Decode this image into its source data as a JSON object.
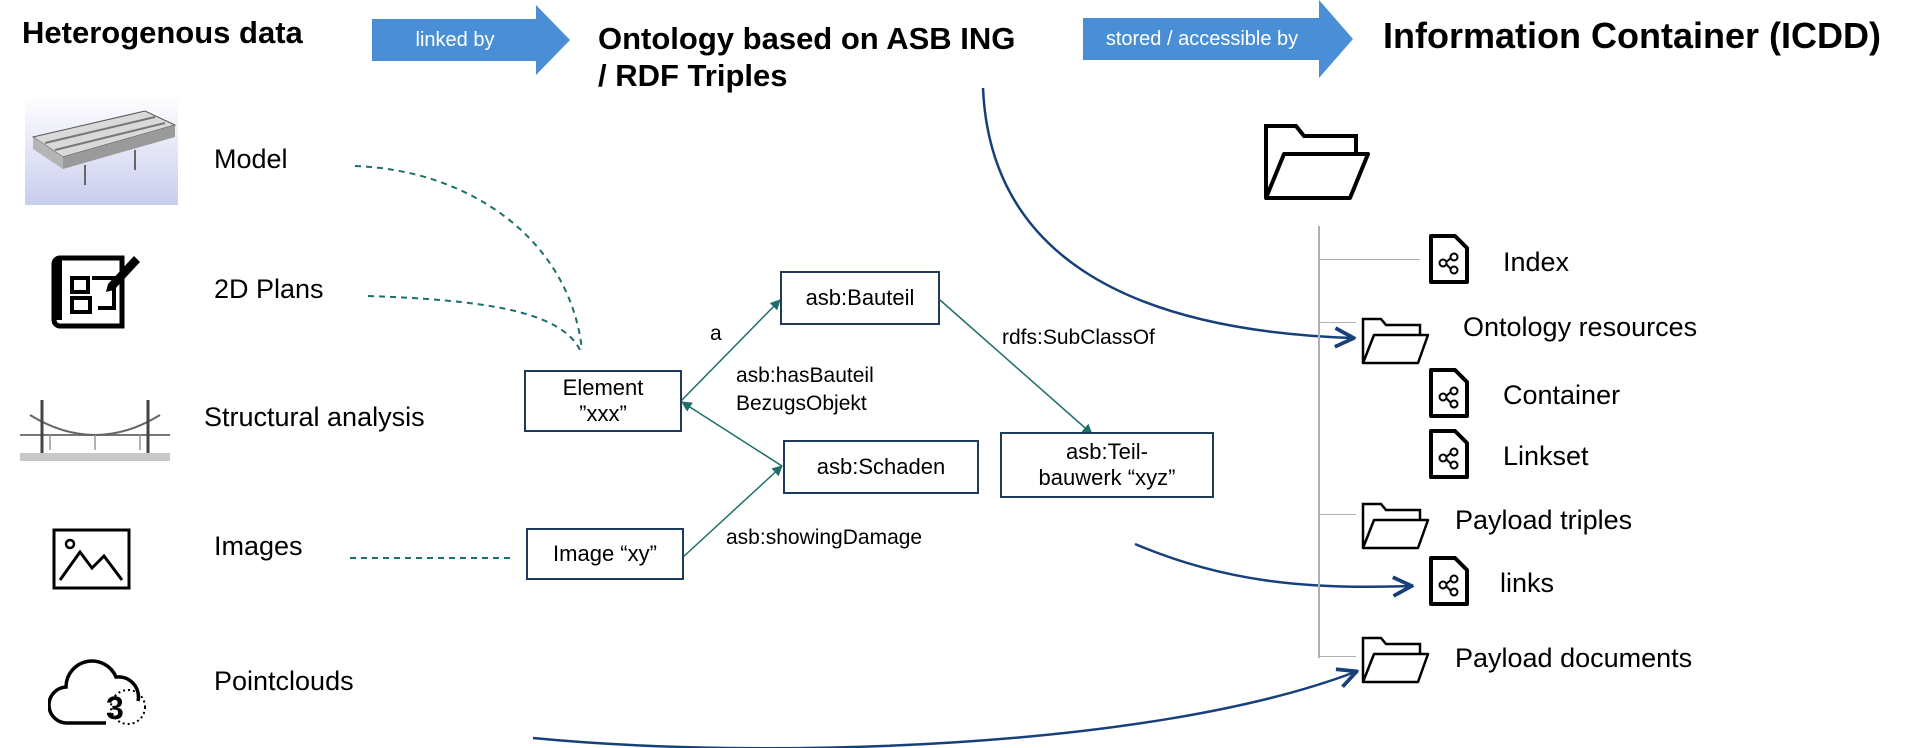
{
  "headings": {
    "sources": "Heterogenous data",
    "ontology": "Ontology based on ASB ING\n/ RDF Triples",
    "container": "Information Container (ICDD)"
  },
  "step_arrows": {
    "linked_by": "linked by",
    "stored_by": "stored / accessible by"
  },
  "sources": [
    {
      "label": "Model",
      "icon": "bridge-model-icon"
    },
    {
      "label": "2D Plans",
      "icon": "blueprint-icon"
    },
    {
      "label": "Structural analysis",
      "icon": "structural-analysis-icon"
    },
    {
      "label": "Images",
      "icon": "image-icon"
    },
    {
      "label": "Pointclouds",
      "icon": "pointcloud-cloud-icon",
      "icon_glyph": "3"
    }
  ],
  "ontology": {
    "nodes": {
      "element": "Element\n”xxx”",
      "image": "Image “xy”",
      "bauteil": "asb:Bauteil",
      "schaden": "asb:Schaden",
      "teilbauwerk": "asb:Teil-\nbauwerk “xyz”"
    },
    "edges": {
      "a": "a",
      "has_bauteil": "asb:hasBauteil\nBezugsObjekt",
      "subclass": "rdfs:SubClassOf",
      "showing_damage": "asb:showingDamage"
    }
  },
  "container": {
    "root_icon": "folder-open-icon",
    "items": {
      "index": "Index",
      "ontology_resources": "Ontology resources",
      "container": "Container",
      "linkset": "Linkset",
      "payload_triples": "Payload triples",
      "links": "links",
      "payload_documents": "Payload documents"
    }
  },
  "colors": {
    "arrow_fill": "#4a8fd6",
    "dashed_link": "#1e6e6a",
    "node_border": "#1f3b5c",
    "ontology_edge": "#1e6e6a",
    "storage_arrow": "#17407a"
  }
}
